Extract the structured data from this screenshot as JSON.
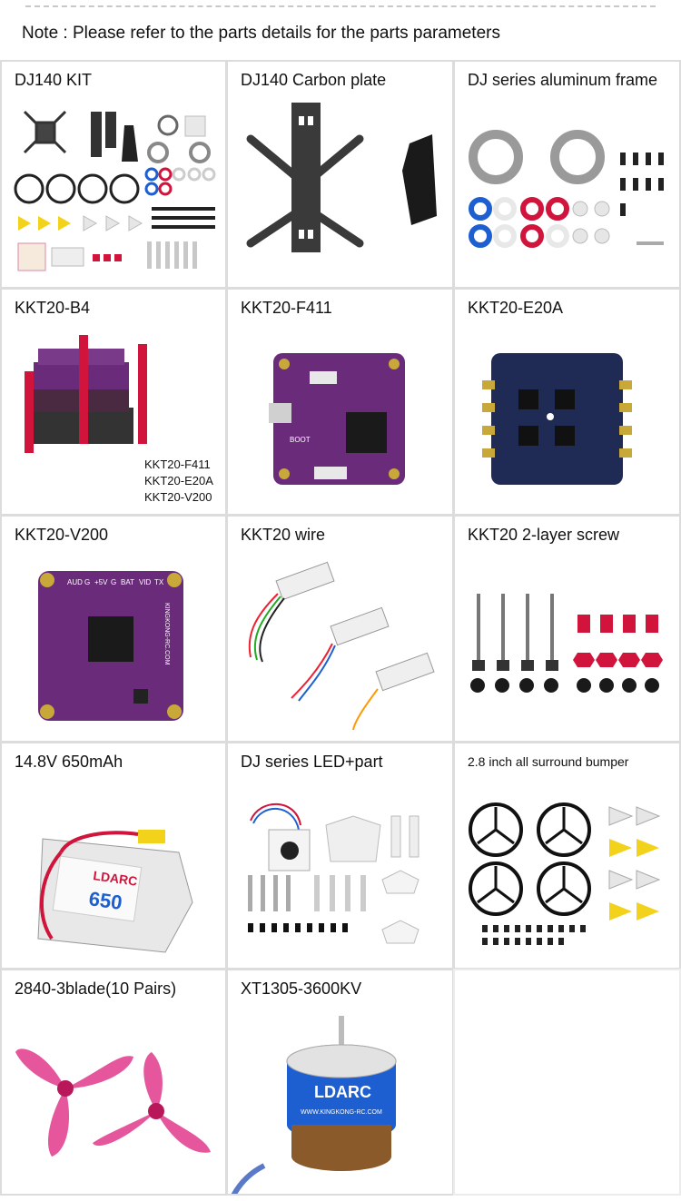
{
  "header": {
    "note": "Note : Please refer to the parts details for the parts parameters"
  },
  "cells": [
    {
      "title": "DJ140 KIT"
    },
    {
      "title": "DJ140 Carbon plate"
    },
    {
      "title": "DJ series aluminum frame"
    },
    {
      "title": "KKT20-B4",
      "sub": [
        "KKT20-F411",
        "KKT20-E20A",
        "KKT20-V200"
      ]
    },
    {
      "title": "KKT20-F411",
      "board_text": [
        "BOOT"
      ]
    },
    {
      "title": "KKT20-E20A"
    },
    {
      "title": "KKT20-V200",
      "board_text": [
        "AUD",
        "G",
        "+5V",
        "G",
        "BAT",
        "VID",
        "TX",
        "KINGKONG-RC.COM"
      ]
    },
    {
      "title": "KKT20 wire"
    },
    {
      "title": "KKT20 2-layer screw"
    },
    {
      "title": "14.8V 650mAh",
      "battery_text": [
        "LDARC",
        "650"
      ]
    },
    {
      "title": "DJ series LED+part"
    },
    {
      "title": "2.8 inch all surround bumper"
    },
    {
      "title": "2840-3blade(10 Pairs)"
    },
    {
      "title": "XT1305-3600KV",
      "motor_text": [
        "LDARC",
        "WWW.KINGKONG-RC.COM"
      ]
    }
  ],
  "colors": {
    "border": "#dcdcdc",
    "pcb_purple": "#6a2c7a",
    "pcb_navy": "#1f2a55",
    "anodized_red": "#d0143c",
    "anodized_blue": "#1d5fd0",
    "prop_pink": "#e0388c",
    "prop_yellow": "#f2d21a"
  }
}
